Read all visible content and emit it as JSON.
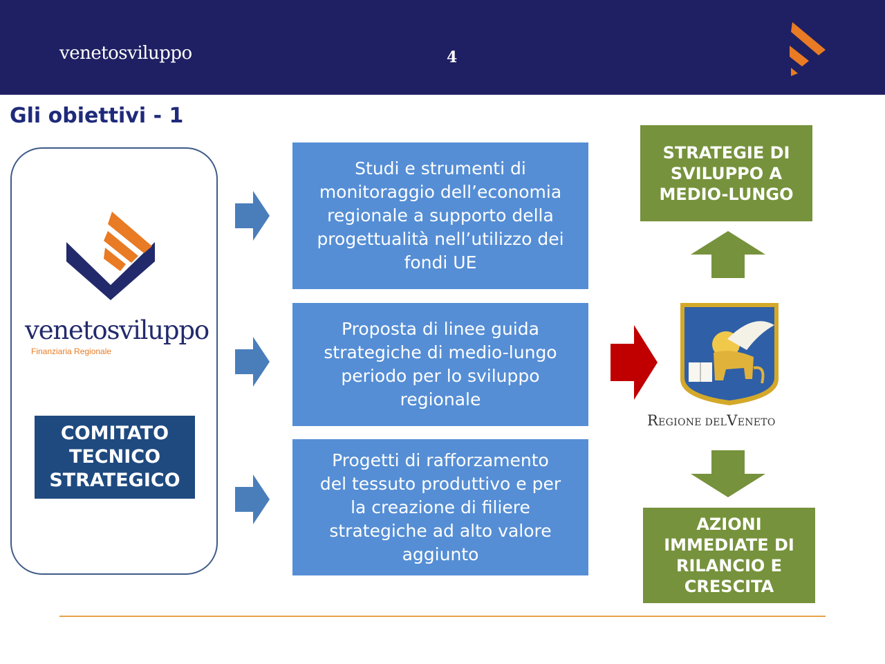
{
  "header": {
    "logo_text": "venetosviluppo",
    "page_number": "4"
  },
  "title": "Gli obiettivi - 1",
  "left_panel": {
    "logo_text": "venetosviluppo",
    "logo_subtitle": "Finanziaria Regionale",
    "committee": "COMITATO\nTECNICO\nSTRATEGICO"
  },
  "objectives": [
    "Studi e strumenti di\nmonitoraggio dell’economia\nregionale a supporto della\nprogettualità nell’utilizzo dei\nfondi UE",
    "Proposta di linee guida\nstrategiche di medio-lungo\nperiodo per lo sviluppo\nregionale",
    "Progetti di rafforzamento\ndel tessuto produttivo e per\nla creazione di filiere\nstrategiche ad alto valore\naggiunto"
  ],
  "regione": {
    "part1": "R",
    "part2": "EGIONE ",
    "part3": "DEL",
    "part4": "V",
    "part5": "ENETO"
  },
  "outcomes": {
    "top": "STRATEGIE DI\nSVILUPPO A\nMEDIO-LUNGO",
    "bottom": "AZIONI\nIMMEDIATE DI\nRILANCIO E\nCRESCITA"
  },
  "colors": {
    "header_bg": "#1f2063",
    "accent_orange": "#e87b24",
    "objective_blue": "#558ed5",
    "committee_blue": "#1f4a80",
    "outcome_green": "#76923c",
    "highlight_red": "#c00000"
  }
}
